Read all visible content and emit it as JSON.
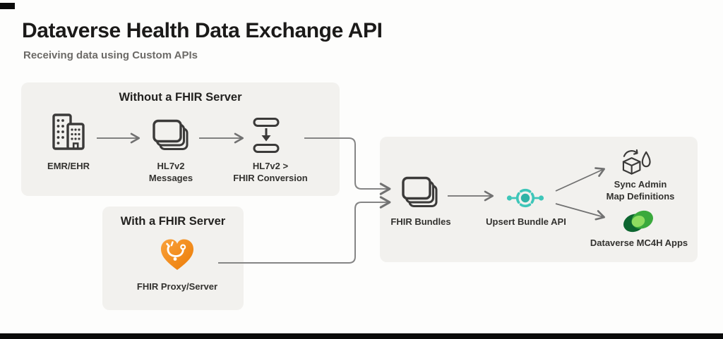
{
  "header": {
    "title": "Dataverse Health Data Exchange API",
    "subtitle": "Receiving data using Custom APIs"
  },
  "groups": {
    "without_fhir": {
      "title": "Without a FHIR Server",
      "nodes": {
        "emr": {
          "icon": "buildings-icon",
          "lines": [
            "EMR/EHR"
          ]
        },
        "hl7v2": {
          "icon": "stacked-messages-icon",
          "lines": [
            "HL7v2",
            "Messages"
          ]
        },
        "conversion": {
          "icon": "convert-arrow-icon",
          "lines": [
            "HL7v2 >",
            "FHIR Conversion"
          ]
        }
      }
    },
    "with_fhir": {
      "title": "With a FHIR Server",
      "nodes": {
        "proxy": {
          "icon": "fhir-heart-icon",
          "lines": [
            "FHIR Proxy/Server"
          ]
        }
      }
    },
    "pipeline": {
      "nodes": {
        "bundles": {
          "icon": "stacked-messages-icon",
          "lines": [
            "FHIR Bundles"
          ]
        },
        "upsert": {
          "icon": "api-endpoint-icon",
          "lines": [
            "Upsert Bundle API"
          ]
        },
        "sync": {
          "icon": "cube-sync-drop-icon",
          "lines": [
            "Sync Admin",
            "Map Definitions"
          ]
        },
        "dataverse": {
          "icon": "dataverse-logo-icon",
          "lines": [
            "Dataverse MC4H Apps"
          ]
        }
      }
    }
  },
  "colors": {
    "box_bg": "#f2f1ee",
    "icon_dark": "#3b3a39",
    "arrow_gray": "#717171",
    "connector_gray": "#858585",
    "teal": "#3ec6b9",
    "teal_dark": "#2fb3a6",
    "orange": "#f28a1e",
    "orange_light": "#f9a13b",
    "dataverse_dark": "#0d6630",
    "dataverse_mid": "#3aa93c",
    "dataverse_light": "#8edc60"
  }
}
